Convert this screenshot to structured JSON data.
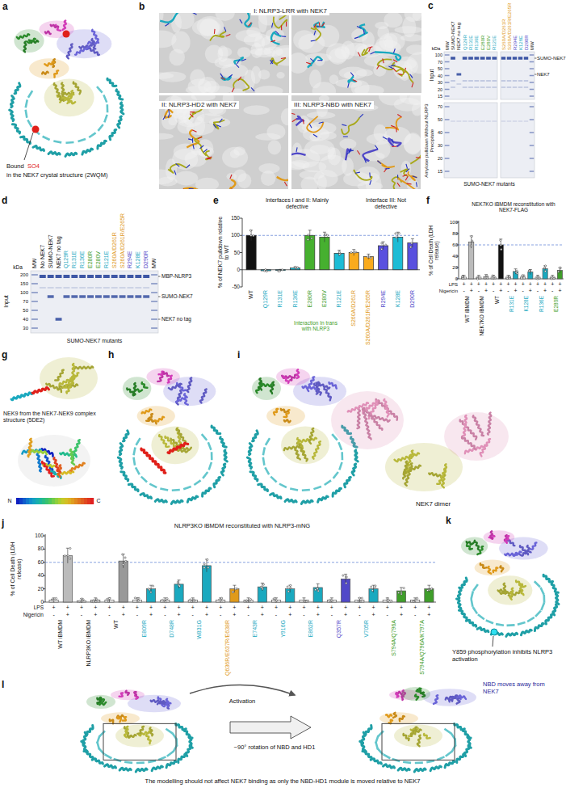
{
  "diagram": {
    "nodes": [
      {
        "text": [
          "I: NLRP3-LRR with NEK7"
        ]
      },
      {
        "text": [
          "II: NLRP3-HD2 with NEK7"
        ]
      },
      {
        "text": [
          "III: NLRP3-NBD with NEK7"
        ]
      }
    ],
    "labels": [
      "a",
      "Bound",
      "SO4",
      "in the NEK7 crystal structure (2WQM)",
      "b",
      "c",
      "MW",
      "SUMO-NEK7",
      "NEK7 no tag",
      "Q129R",
      "R131E",
      "R136E",
      "E280R",
      "E280V",
      "R121E",
      "S260A/D261R",
      "S260A/D261R/E265R",
      "R294E",
      "K128E",
      "D290R",
      "MW",
      "kDa",
      "100",
      "70",
      "50",
      "40",
      "30",
      "20",
      "15",
      "SUMO-NEK7",
      "NEK7",
      "Input",
      "70",
      "50",
      "40",
      "30",
      "20",
      "15",
      "Amylose pulldown Without NLRP3 Precipitate",
      "SUMO-NEK7 mutants",
      "d",
      "MW",
      "No NEK7",
      "SUMO-NEK7",
      "NEK7 no tag",
      "Q129R",
      "R131E",
      "R136E",
      "E280R",
      "E280V",
      "R121E",
      "S260A/D261R",
      "S260A/D261R/E265R",
      "R294E",
      "K128E",
      "D290R",
      "MW",
      "kDa",
      "200",
      "150",
      "100",
      "70",
      "50",
      "40",
      "30",
      "Input",
      "MBP-NLRP3",
      "SUMO-NEK7",
      "NEK7 no tag",
      "SUMO-NEK7 mutants",
      "e",
      "Interfaces I and II: Mainly defective",
      "Interface III: Not defective",
      "% of NEK7 pulldown relative to WT",
      "150",
      "100",
      "50",
      "0",
      "-50",
      "Interaction In trans with NLRP3",
      "WT",
      "Q129R",
      "R131E",
      "R136E",
      "E280R",
      "E280V",
      "R121E",
      "S260A/D261R",
      "S260A/D261R/E265R",
      "R294E",
      "K128E",
      "D290R",
      "f",
      "NEK7KO iBMDM reconstitution with NEK7-FLAG",
      "% of Cell Death (LDH release)",
      "100",
      "80",
      "60",
      "40",
      "20",
      "0",
      "LPS",
      "Nigericin",
      "+",
      "+",
      "+",
      "+",
      "+",
      "+",
      "+",
      "+",
      "+",
      "+",
      "+",
      "+",
      "+",
      "+",
      "-",
      "+",
      "-",
      "+",
      "-",
      "+",
      "-",
      "+",
      "-",
      "+",
      "-",
      "+",
      "-",
      "+",
      "WT iBMDM",
      "NEK7KO iBMDM",
      "WT",
      "R131E",
      "K128E",
      "R136E",
      "E280R",
      "g",
      "NEK9 from the NEK7-NEK9 complex structure (5DE2)",
      "N",
      "C",
      "h",
      "i",
      "NEK7 dimer",
      "j",
      "NLRP3KO iBMDM reconstituted with NLRP3-mNG",
      "% of Cell Death (LDH release)",
      "100",
      "80",
      "60",
      "40",
      "20",
      "0",
      "LPS",
      "Nigericin",
      "+",
      "+",
      "+",
      "+",
      "+",
      "+",
      "+",
      "+",
      "+",
      "+",
      "+",
      "+",
      "+",
      "+",
      "+",
      "+",
      "+",
      "+",
      "+",
      "+",
      "+",
      "+",
      "+",
      "+",
      "+",
      "+",
      "+",
      "+",
      "-",
      "+",
      "-",
      "+",
      "-",
      "+",
      "-",
      "+",
      "-",
      "+",
      "-",
      "+",
      "-",
      "+",
      "-",
      "+",
      "-",
      "+",
      "-",
      "+",
      "-",
      "+",
      "-",
      "+",
      "-",
      "+",
      "-",
      "+",
      "WT iBMDM",
      "NLRP3KO iBMDM",
      "WT",
      "E809R",
      "D748R",
      "W831G",
      "Q636R/E637R/E638R",
      "E743R",
      "Y916G",
      "E862R",
      "Q357R",
      "V705R",
      "S794A/Q796A",
      "S794A/Q796A/K797A",
      "k",
      "Y859 phosphorylation inhibits NLRP3 activation",
      "l",
      "Activation",
      "NBD moves away from NEK7",
      "~90° rotation of NBD and HD1",
      "The modelling should not affect NEK7 binding as only the NBD-HD1 module is moved relative to NEK7"
    ]
  }
}
